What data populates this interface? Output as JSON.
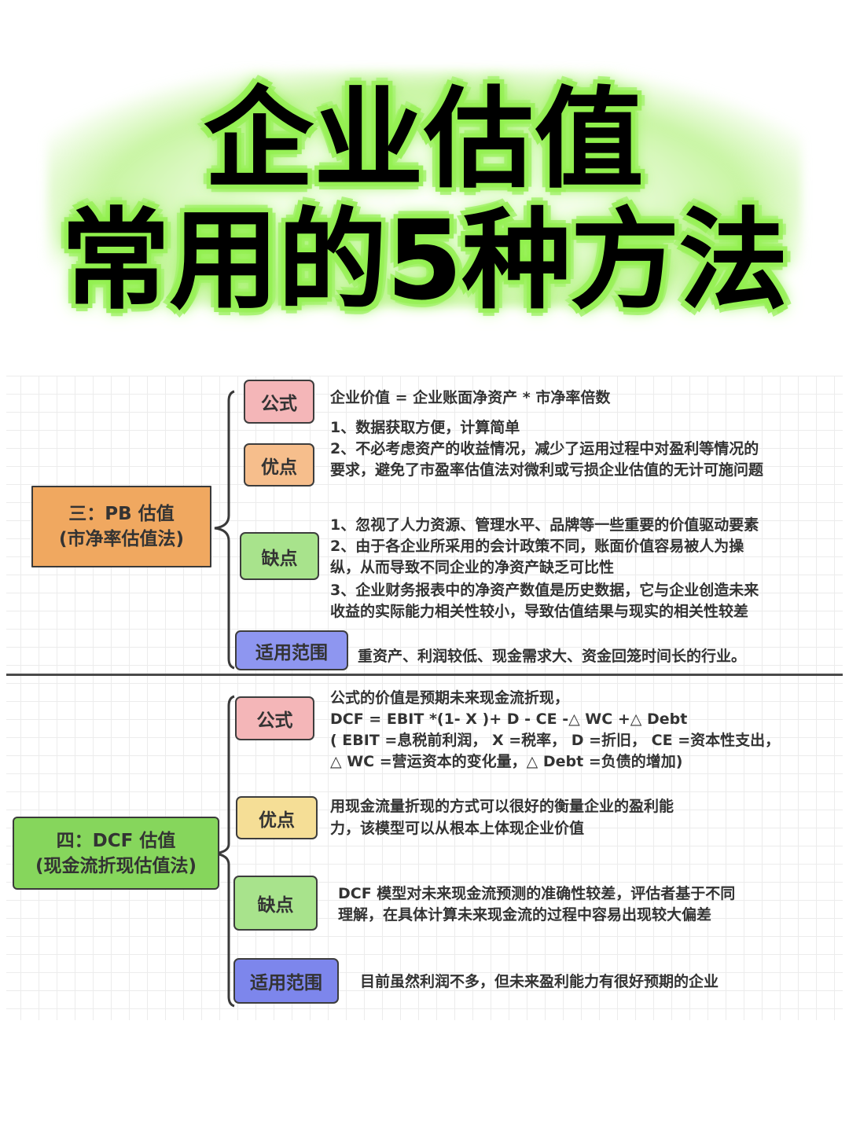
{
  "title": {
    "line1": "企业估值",
    "line2": "常用的5种方法",
    "glow_color": "#8ef04a"
  },
  "sections": [
    {
      "id": "pb",
      "root": {
        "line1": "三：PB 估值",
        "line2": "(市净率估值法)",
        "color": "#f0a860"
      },
      "branches": {
        "formula": {
          "label": "公式",
          "color": "#f4b6b8",
          "lines": [
            "企业价值 = 企业账面净资产 * 市净率倍数"
          ]
        },
        "pros": {
          "label": "优点",
          "color": "#f6be8c",
          "lines": [
            "1、数据获取方便，计算简单",
            "2、不必考虑资产的收益情况，减少了运用过程中对盈利等情况的",
            "要求，避免了市盈率估值法对微利或亏损企业估值的无计可施问题"
          ]
        },
        "cons": {
          "label": "缺点",
          "color": "#a8e38c",
          "lines": [
            "1、忽视了人力资源、管理水平、品牌等一些重要的价值驱动要素",
            "2、由于各企业所采用的会计政策不同，账面价值容易被人为操",
            "纵，从而导致不同企业的净资产缺乏可比性",
            "3、企业财务报表中的净资产数值是历史数据，它与企业创造未来",
            "收益的实际能力相关性较小，导致估值结果与现实的相关性较差"
          ]
        },
        "scope": {
          "label": "适用范围",
          "color": "#8e96f0",
          "lines": [
            "重资产、利润较低、现金需求大、资金回笼时间长的行业。"
          ]
        }
      }
    },
    {
      "id": "dcf",
      "root": {
        "line1": "四：DCF 估值",
        "line2": "(现金流折现估值法)",
        "color": "#86d65c"
      },
      "branches": {
        "formula": {
          "label": "公式",
          "color": "#f4b6b8",
          "lines": [
            "公式的价值是预期未来现金流折现，",
            " DCF = EBIT *(1- X )+ D - CE -△ WC +△ Debt",
            "( EBIT =息税前利润， X =税率， D =折旧， CE =资本性支出，",
            "△ WC =营运资本的变化量，△ Debt =负债的增加)"
          ]
        },
        "pros": {
          "label": "优点",
          "color": "#f5de96",
          "lines": [
            "用现金流量折现的方式可以很好的衡量企业的盈利能",
            "力，该模型可以从根本上体现企业价值"
          ]
        },
        "cons": {
          "label": "缺点",
          "color": "#a8e38c",
          "lines": [
            "DCF 模型对未来现金流预测的准确性较差，评估者基于不同",
            "理解，在具体计算未来现金流的过程中容易出现较大偏差"
          ]
        },
        "scope": {
          "label": "适用范围",
          "color": "#7d86ec",
          "lines": [
            "目前虽然利润不多，但未来盈利能力有很好预期的企业"
          ]
        }
      }
    }
  ]
}
